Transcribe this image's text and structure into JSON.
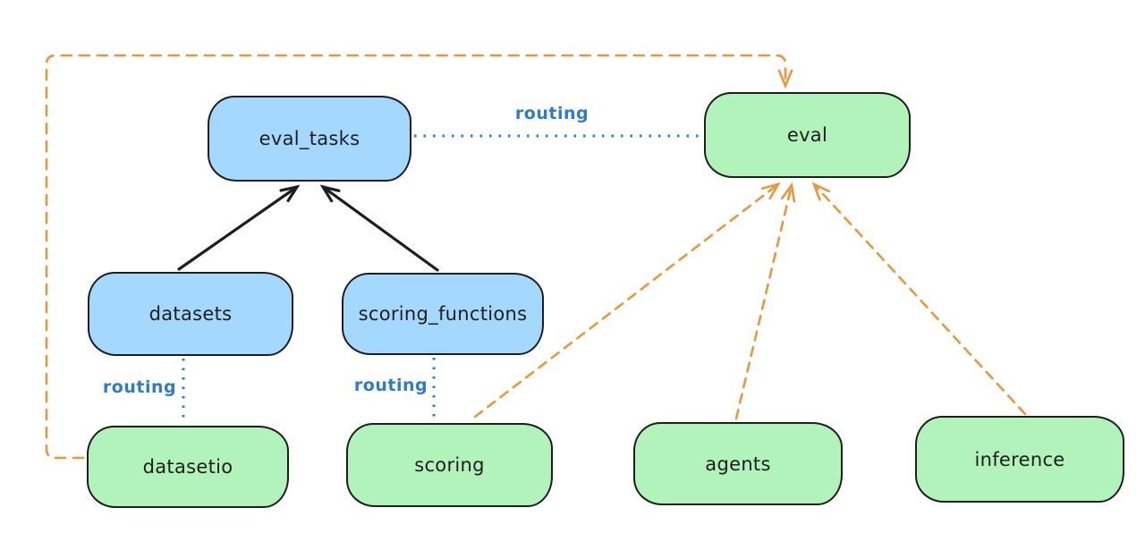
{
  "canvas": {
    "background": "#ffffff"
  },
  "colors": {
    "blue_node_fill": "#a5d8ff",
    "green_node_fill": "#b2f2bb",
    "node_border": "#1e1e1e",
    "routing_blue": "#2f7bc8",
    "flow_orange": "#e9973b",
    "arrow_black": "#1e1e1e"
  },
  "nodes": {
    "eval_tasks": {
      "label": "eval_tasks",
      "kind": "blue"
    },
    "eval": {
      "label": "eval",
      "kind": "green"
    },
    "datasets": {
      "label": "datasets",
      "kind": "blue"
    },
    "scoring_functions": {
      "label": "scoring_functions",
      "kind": "blue"
    },
    "datasetio": {
      "label": "datasetio",
      "kind": "green"
    },
    "scoring": {
      "label": "scoring",
      "kind": "green"
    },
    "agents": {
      "label": "agents",
      "kind": "green"
    },
    "inference": {
      "label": "inference",
      "kind": "green"
    }
  },
  "edges": [
    {
      "from": "datasets",
      "to": "eval_tasks",
      "style": "solid-arrow",
      "color": "black"
    },
    {
      "from": "scoring_functions",
      "to": "eval_tasks",
      "style": "solid-arrow",
      "color": "black"
    },
    {
      "from": "eval_tasks",
      "to": "eval",
      "style": "dotted",
      "color": "blue",
      "label": "routing"
    },
    {
      "from": "datasets",
      "to": "datasetio",
      "style": "dotted",
      "color": "blue",
      "label": "routing"
    },
    {
      "from": "scoring_functions",
      "to": "scoring",
      "style": "dotted",
      "color": "blue",
      "label": "routing"
    },
    {
      "from": "datasetio",
      "to": "eval",
      "style": "dashed-arrow",
      "color": "orange"
    },
    {
      "from": "scoring",
      "to": "eval",
      "style": "dashed-arrow",
      "color": "orange"
    },
    {
      "from": "agents",
      "to": "eval",
      "style": "dashed-arrow",
      "color": "orange"
    },
    {
      "from": "inference",
      "to": "eval",
      "style": "dashed-arrow",
      "color": "orange"
    }
  ]
}
